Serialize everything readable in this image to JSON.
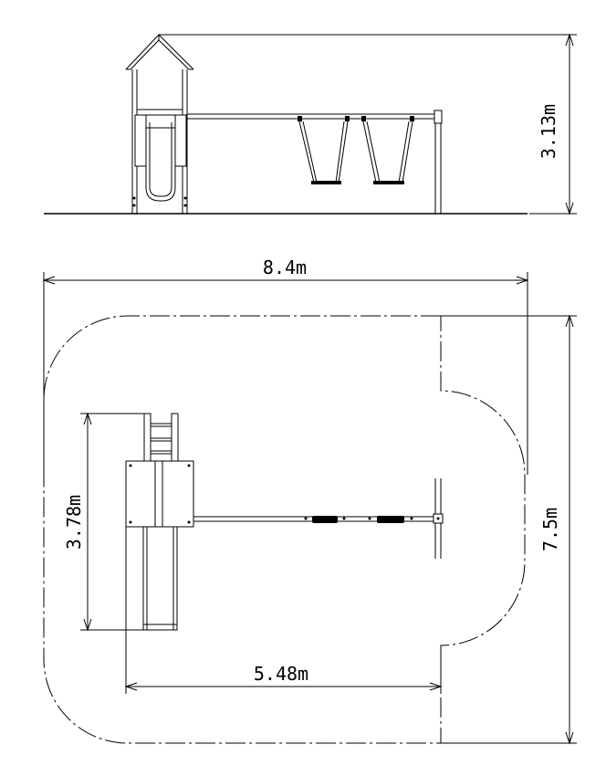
{
  "dimensions": {
    "elevation_height": "3.13m",
    "overall_width": "8.4m",
    "overall_depth": "7.5m",
    "tower_depth": "3.78m",
    "swing_length": "5.48m"
  }
}
